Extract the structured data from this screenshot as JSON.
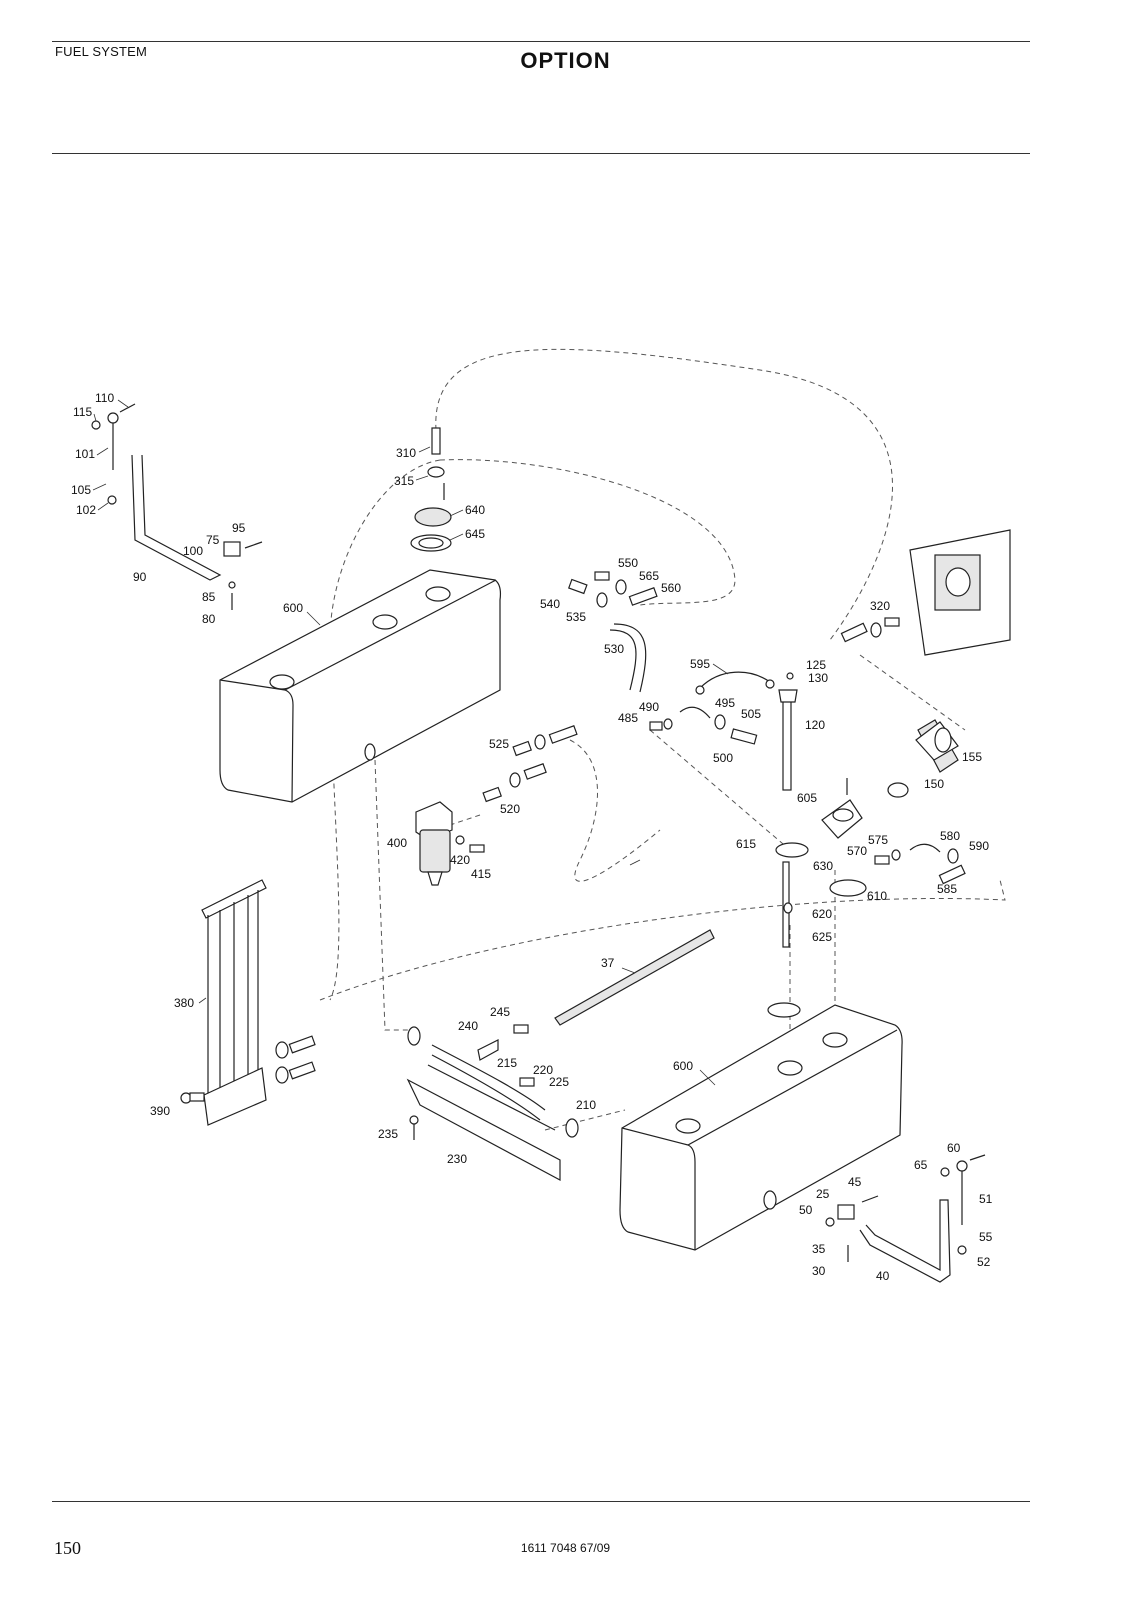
{
  "header": {
    "section": "FUEL SYSTEM",
    "title": "OPTION"
  },
  "footer": {
    "page_number": "150",
    "doc_code": "1611 7048 67/09"
  },
  "diagram": {
    "callouts": [
      "110",
      "115",
      "101",
      "105",
      "102",
      "75",
      "95",
      "100",
      "90",
      "85",
      "80",
      "310",
      "315",
      "640",
      "645",
      "600",
      "550",
      "565",
      "560",
      "540",
      "535",
      "530",
      "320",
      "595",
      "125",
      "130",
      "120",
      "490",
      "495",
      "505",
      "485",
      "500",
      "525",
      "520",
      "400",
      "420",
      "415",
      "155",
      "150",
      "605",
      "615",
      "575",
      "580",
      "570",
      "590",
      "630",
      "610",
      "620",
      "625",
      "585",
      "37",
      "380",
      "245",
      "240",
      "215",
      "220",
      "225",
      "210",
      "230",
      "235",
      "390",
      "60",
      "65",
      "51",
      "45",
      "25",
      "50",
      "55",
      "52",
      "35",
      "30",
      "40"
    ]
  }
}
